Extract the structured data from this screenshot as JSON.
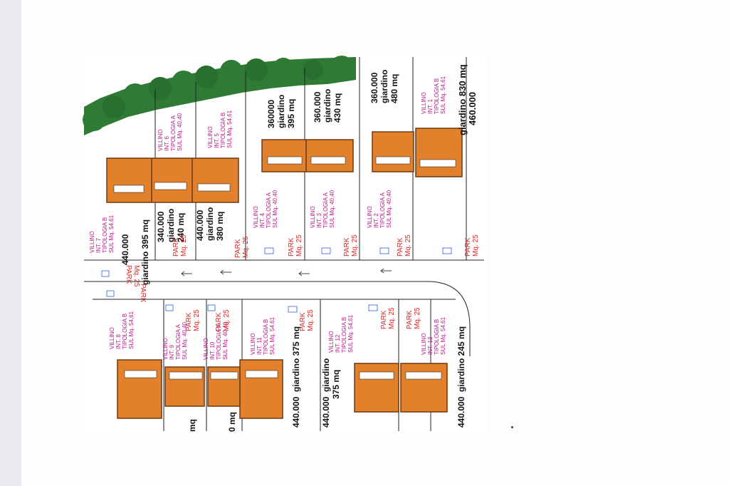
{
  "colors": {
    "building": "#e2802c",
    "building_stroke": "#6b3a12",
    "roof_band": "#cf6f20",
    "tree": "#2f7a34",
    "tree_dark": "#1e5a25",
    "line": "#222222",
    "magenta": "#c0148c",
    "red": "#d62828",
    "blue": "#2b5fd9"
  },
  "lots_top": [
    {
      "villino": "VILLINO",
      "int": "INT. 1",
      "tipologia": "TIPOLOGIA B",
      "sul": "SUL Mq. 54,61",
      "price": "460.000",
      "garden": "giardino 830 mq"
    },
    {
      "villino": "VILLINO",
      "int": "INT. 2",
      "tipologia": "TIPOLOGIA A",
      "sul": "SUL Mq. 40,40",
      "price": "360.000",
      "garden": "giardino",
      "garden2": "480 mq"
    },
    {
      "villino": "VILLINO",
      "int": "INT. 3",
      "tipologia": "TIPOLOGIA A",
      "sul": "SUL Mq. 40,40",
      "price": "360.000",
      "garden": "giardino",
      "garden2": "430 mq"
    },
    {
      "villino": "VILLINO",
      "int": "INT. 4",
      "tipologia": "TIPOLOGIA A",
      "sul": "SUL Mq. 40,40",
      "price": "360000",
      "garden": "giardino",
      "garden2": "395 mq"
    },
    {
      "villino": "VILLINO",
      "int": "INT. 5",
      "tipologia": "TIPOLOGIA B",
      "sul": "SUL Mq. 54,61",
      "price": "440.000",
      "garden": "giardino",
      "garden2": "380 mq"
    },
    {
      "villino": "VILLINO",
      "int": "INT. 6",
      "tipologia": "TIPOLOGIA A",
      "sul": "SUL Mq. 40,40",
      "price": "340.000",
      "garden": "giardino",
      "garden2": "240 mq"
    },
    {
      "villino": "VILLINO",
      "int": "INT. 7",
      "tipologia": "TIPOLOGIA B",
      "sul": "SUL Mq. 54,61",
      "price": "440.000",
      "garden": "giardino 395 mq"
    }
  ],
  "lots_bottom": [
    {
      "villino": "VILLINO",
      "int": "INT. 8",
      "tipologia": "TIPOLOGIA B",
      "sul": "SUL Mq. 54,61"
    },
    {
      "villino": "VILLINO",
      "int": "INT. 9",
      "tipologia": "TIPOLOGIA A",
      "sul": "SUL Mq. 40,40"
    },
    {
      "villino": "VILLINO",
      "int": "INT. 10",
      "tipologia": "TIPOLOGIA A",
      "sul": "SUL Mq. 40,40"
    },
    {
      "villino": "VILLINO",
      "int": "INT. 11",
      "tipologia": "TIPOLOGIA B",
      "sul": "SUL Mq. 54,61",
      "price": "440.000",
      "garden": "giardino 375 mq"
    },
    {
      "villino": "VILLINO",
      "int": "INT. 12",
      "tipologia": "TIPOLOGIA B",
      "sul": "SUL Mq. 54,61",
      "price": "440.000",
      "garden": "giardino",
      "garden2": "375 mq"
    },
    {
      "villino": "VILLINO",
      "int": "INT. 13",
      "tipologia": "TIPOLOGIA B",
      "sul": "SUL Mq. 54,61",
      "price": "440.000",
      "garden": "giardino 245 mq"
    }
  ],
  "park": {
    "label": "PARK",
    "size": "Mq. 25"
  },
  "fragments": {
    "mq_left": "mq",
    "mq_right": "0 mq",
    "park_inverted": "PARK",
    "size_inverted": "Mq. 25"
  }
}
